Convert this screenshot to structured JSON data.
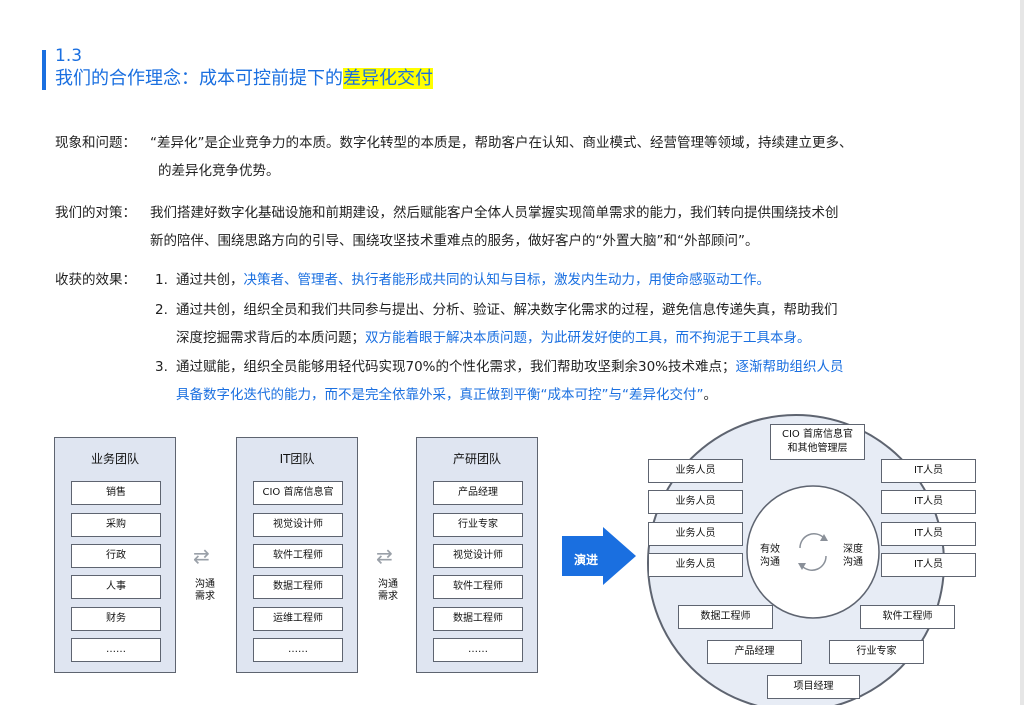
{
  "section": {
    "number": "1.3",
    "title_main": "我们的合作理念：成本可控前提下的",
    "title_highlight": "差异化交付"
  },
  "paragraphs": {
    "phenomenon": {
      "label": "现象和问题：",
      "line1": "“差异化”是企业竞争力的本质。数字化转型的本质是，帮助客户在认知、商业模式、经营管理等领域，持续建立更多、",
      "line2": "的差异化竞争优势。"
    },
    "strategy": {
      "label": "我们的对策：",
      "line1": "我们搭建好数字化基础设施和前期建设，然后赋能客户全体人员掌握实现简单需求的能力，我们转向提供围绕技术创",
      "line2": "新的陪伴、围绕思路方向的引导、围绕攻坚技术重难点的服务，做好客户的“外置大脑”和“外部顾问”。"
    },
    "results": {
      "label": "收获的效果：",
      "item1_num": "1.",
      "item1_black": "通过共创，",
      "item1_blue": "决策者、管理者、执行者能形成共同的认知与目标，激发内生动力，用使命感驱动工作。",
      "item2_num": "2.",
      "item2_line1": "通过共创，组织全员和我们共同参与提出、分析、验证、解决数字化需求的过程，避免信息传递失真，帮助我们",
      "item2_line2_black": "深度挖掘需求背后的本质问题；",
      "item2_line2_blue": "双方能着眼于解决本质问题，为此研发好使的工具，而不拘泥于工具本身。",
      "item3_num": "3.",
      "item3_line1_black": "通过赋能，组织全员能够用轻代码实现70%的个性化需求，我们帮助攻坚剩余30%技术难点；",
      "item3_line1_blue": "逐渐帮助组织人员",
      "item3_line2_blue": "具备数字化迭代的能力，而不是完全依靠外采，真正做到平衡“成本可控”与“差异化交付”",
      "item3_line2_end": "。"
    }
  },
  "diagram": {
    "teams": [
      {
        "title": "业务团队",
        "members": [
          "销售",
          "采购",
          "行政",
          "人事",
          "财务",
          "……"
        ]
      },
      {
        "title": "IT团队",
        "members": [
          "CIO 首席信息官",
          "视觉设计师",
          "软件工程师",
          "数据工程师",
          "运维工程师",
          "……"
        ]
      },
      {
        "title": "产研团队",
        "members": [
          "产品经理",
          "行业专家",
          "视觉设计师",
          "软件工程师",
          "数据工程师",
          "……"
        ]
      }
    ],
    "comm1_line1": "沟通",
    "comm1_line2": "需求",
    "comm2_line1": "沟通",
    "comm2_line2": "需求",
    "arrow_glyph": "⇄",
    "evolve_label": "演进",
    "cio_line1": "CIO 首席信息官",
    "cio_line2": "和其他管理层",
    "business_staff": [
      "业务人员",
      "业务人员",
      "业务人员",
      "业务人员"
    ],
    "it_staff": [
      "IT人员",
      "IT人员",
      "IT人员",
      "IT人员"
    ],
    "data_engineer": "数据工程师",
    "software_engineer": "软件工程师",
    "product_manager": "产品经理",
    "industry_expert": "行业专家",
    "project_manager": "项目经理",
    "inner_left_line1": "有效",
    "inner_left_line2": "沟通",
    "inner_right_line1": "深度",
    "inner_right_line2": "沟通",
    "colors": {
      "accent": "#1a6fe0",
      "team_bg": "#dfe5f1",
      "highlight": "#ffff00",
      "circle_bg": "#e7ecf5"
    }
  }
}
